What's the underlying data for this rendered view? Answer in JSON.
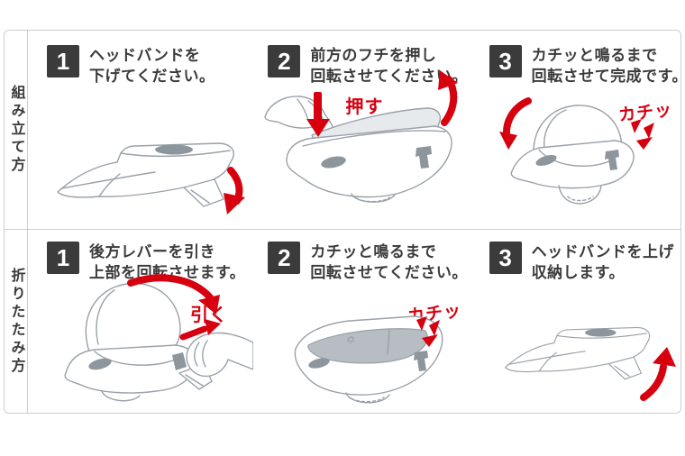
{
  "colors": {
    "accent_red": "#d7000f",
    "badge_background": "#3b3b3b",
    "text": "#3b3b3b",
    "border": "#cdcdcd",
    "helmet_outline": "#9aa1a8",
    "helmet_gray_part": "#8d969d",
    "helmet_interior_gray": "#b7bdc3"
  },
  "sections": [
    {
      "title": "組み立て方",
      "steps": [
        {
          "number": "1",
          "line1": "ヘッドバンドを",
          "line2": "下げてください。",
          "callout": ""
        },
        {
          "number": "2",
          "line1": "前方のフチを押し",
          "line2": "回転させてください。",
          "callout": "押す"
        },
        {
          "number": "3",
          "line1": "カチッと鳴るまで",
          "line2": "回転させて完成です。",
          "callout": "カチッ"
        }
      ]
    },
    {
      "title": "折りたたみ方",
      "steps": [
        {
          "number": "1",
          "line1": "後方レバーを引き",
          "line2": "上部を回転させます。",
          "callout": "引く"
        },
        {
          "number": "2",
          "line1": "カチッと鳴るまで",
          "line2": "回転させてください。",
          "callout": "カチッ"
        },
        {
          "number": "3",
          "line1": "ヘッドバンドを上げ",
          "line2": "収納します。",
          "callout": ""
        }
      ]
    }
  ]
}
